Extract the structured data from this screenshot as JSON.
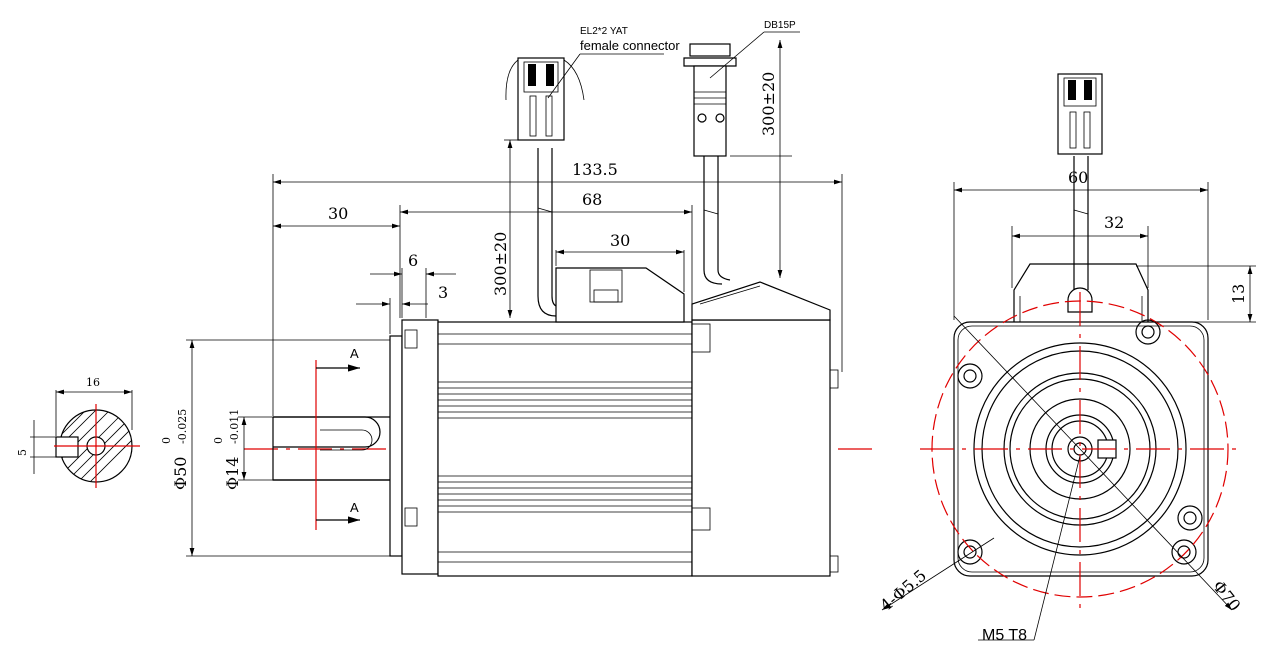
{
  "labels": {
    "connector_power_spec": "EL2*2 YAT",
    "connector_power_name": "female connector",
    "connector_encoder": "DB15P",
    "thread": "M5 T8",
    "section_mark": "A"
  },
  "dimensions": {
    "overall_length": "133.5",
    "shaft_length": "30",
    "body_length": "68",
    "top_box_length": "30",
    "flange_thickness": "6",
    "pilot_depth": "3",
    "cable_length_encoder": "300±20",
    "cable_length_power": "300±20",
    "pilot_dia": "Φ50",
    "pilot_tol_upper": "0",
    "pilot_tol_lower": "-0.025",
    "shaft_dia": "Φ14",
    "shaft_tol_upper": "0",
    "shaft_tol_lower": "-0.011",
    "key_width": "16",
    "key_height": "5",
    "flange_size": "60",
    "box_width": "32",
    "box_height": "13",
    "bolt_holes": "4-Φ5.5",
    "bolt_circle": "Φ70"
  }
}
